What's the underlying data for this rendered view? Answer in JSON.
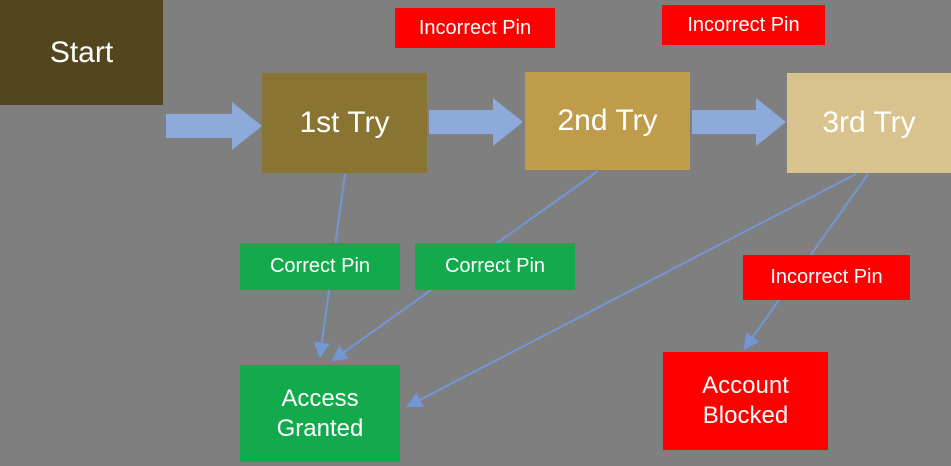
{
  "title": "PIN entry attempts flowchart",
  "colors": {
    "background": "#7F7F7F",
    "block_arrow": "#8EAADB",
    "connector": "#7396D5",
    "red": "#FF0000",
    "green": "#12AA4D",
    "start_fill": "#53461F",
    "try1_fill": "#8A7431",
    "try2_fill": "#BF9C49",
    "try3_fill": "#D8C28E",
    "text": "#FFFFFF"
  },
  "nodes": {
    "start": {
      "label": "Start"
    },
    "try1": {
      "label": "1st Try"
    },
    "try2": {
      "label": "2nd Try"
    },
    "try3": {
      "label": "3rd Try"
    },
    "access_granted": {
      "label": "Access Granted"
    },
    "account_blocked": {
      "label": "Account Blocked"
    }
  },
  "labels": {
    "incorrect_pin_top_1": "Incorrect Pin",
    "incorrect_pin_top_2": "Incorrect Pin",
    "incorrect_pin_bottom": "Incorrect Pin",
    "correct_pin_1": "Correct Pin",
    "correct_pin_2": "Correct Pin"
  },
  "edges": [
    {
      "from": "Start",
      "to": "1st Try",
      "label": ""
    },
    {
      "from": "1st Try",
      "to": "2nd Try",
      "label": "Incorrect Pin"
    },
    {
      "from": "2nd Try",
      "to": "3rd Try",
      "label": "Incorrect Pin"
    },
    {
      "from": "1st Try",
      "to": "Access Granted",
      "label": "Correct Pin"
    },
    {
      "from": "2nd Try",
      "to": "Access Granted",
      "label": "Correct Pin"
    },
    {
      "from": "3rd Try",
      "to": "Access Granted",
      "label": ""
    },
    {
      "from": "3rd Try",
      "to": "Account Blocked",
      "label": "Incorrect Pin"
    }
  ]
}
